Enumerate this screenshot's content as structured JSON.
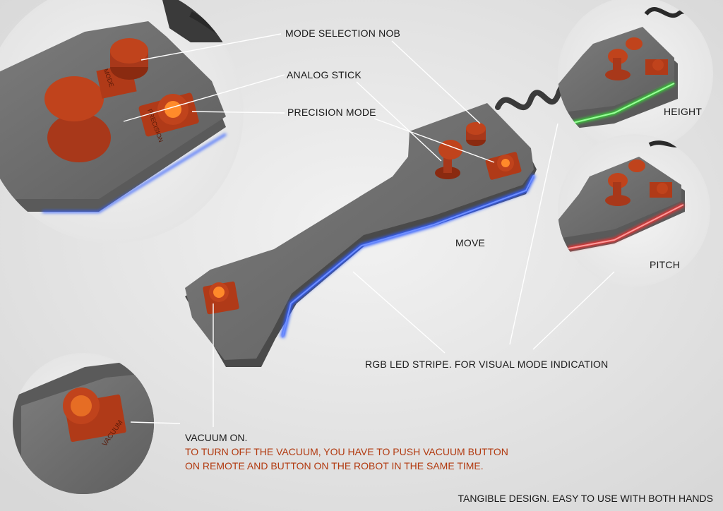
{
  "labels": {
    "mode_selection": "MODE SELECTION NOB",
    "analog_stick": "ANALOG STICK",
    "precision_mode": "PRECISION MODE",
    "move": "MOVE",
    "height": "HEIGHT",
    "pitch": "PITCH",
    "rgb_led": "RGB LED STRIPE. FOR VISUAL MODE INDICATION",
    "vacuum_on": "VACUUM ON.",
    "vacuum_note_1": "TO TURN OFF THE VACUUM, YOU HAVE TO PUSH VACUUM BUTTON",
    "vacuum_note_2": "ON REMOTE AND BUTTON ON THE ROBOT IN THE SAME TIME.",
    "footer": "TANGIBLE DESIGN. EASY TO USE WITH BOTH HANDS"
  },
  "engravings": {
    "mode": "MODE",
    "precision": "PRECISION",
    "vacuum": "VACUUM"
  },
  "colors": {
    "background": "#e4e4e4",
    "device_body": "#6f6f6f",
    "knob": "#c0431c",
    "led_move": "#2f5bff",
    "led_height": "#33e033",
    "led_pitch": "#ff2a2a",
    "note_red": "#b23a10"
  }
}
